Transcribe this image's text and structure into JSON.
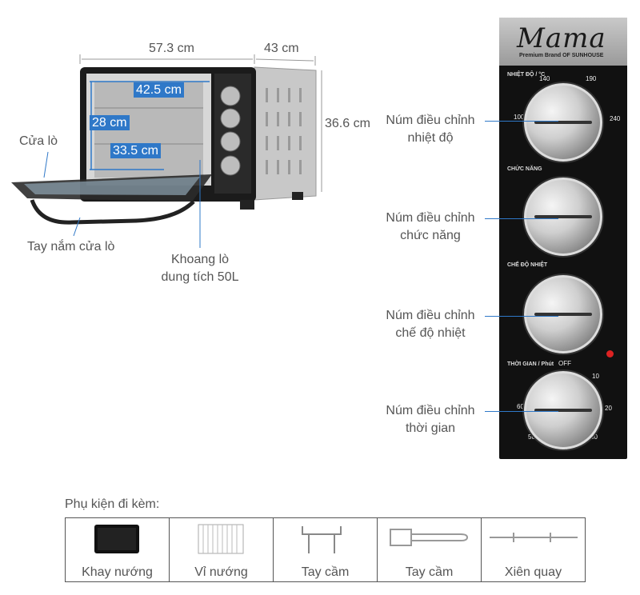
{
  "dimensions": {
    "width": "57.3 cm",
    "depth": "43 cm",
    "height": "36.6 cm"
  },
  "inner": {
    "width": "42.5 cm",
    "height": "28 cm",
    "depth": "33.5 cm"
  },
  "oven_labels": {
    "door": "Cửa lò",
    "handle": "Tay nắm cửa lò",
    "cavity": [
      "Khoang lò",
      "dung tích 50L"
    ]
  },
  "panel": {
    "brand": "Mama",
    "subtitle": "Premium Brand OF SUNHOUSE",
    "temp_label": "NHIỆT ĐỘ / °C",
    "temp_marks": [
      "100",
      "140",
      "190",
      "240"
    ],
    "func_label": "CHỨC NĂNG",
    "heat_label": "CHẾ ĐỘ NHIỆT",
    "time_label": "THỜI GIAN / Phút",
    "time_marks": [
      "OFF",
      "10",
      "20",
      "30",
      "40",
      "50",
      "60"
    ]
  },
  "callouts": [
    [
      "Núm điều chỉnh",
      "nhiệt độ"
    ],
    [
      "Núm điều chỉnh",
      "chức năng"
    ],
    [
      "Núm điều chỉnh",
      "chế độ nhiệt"
    ],
    [
      "Núm điều chỉnh",
      "thời gian"
    ]
  ],
  "accessories": {
    "title": "Phụ kiện đi kèm:",
    "items": [
      "Khay nướng",
      "Vỉ nướng",
      "Tay cầm",
      "Tay cầm",
      "Xiên quay"
    ]
  },
  "colors": {
    "accent": "#2f78c8",
    "panel": "#111111"
  }
}
